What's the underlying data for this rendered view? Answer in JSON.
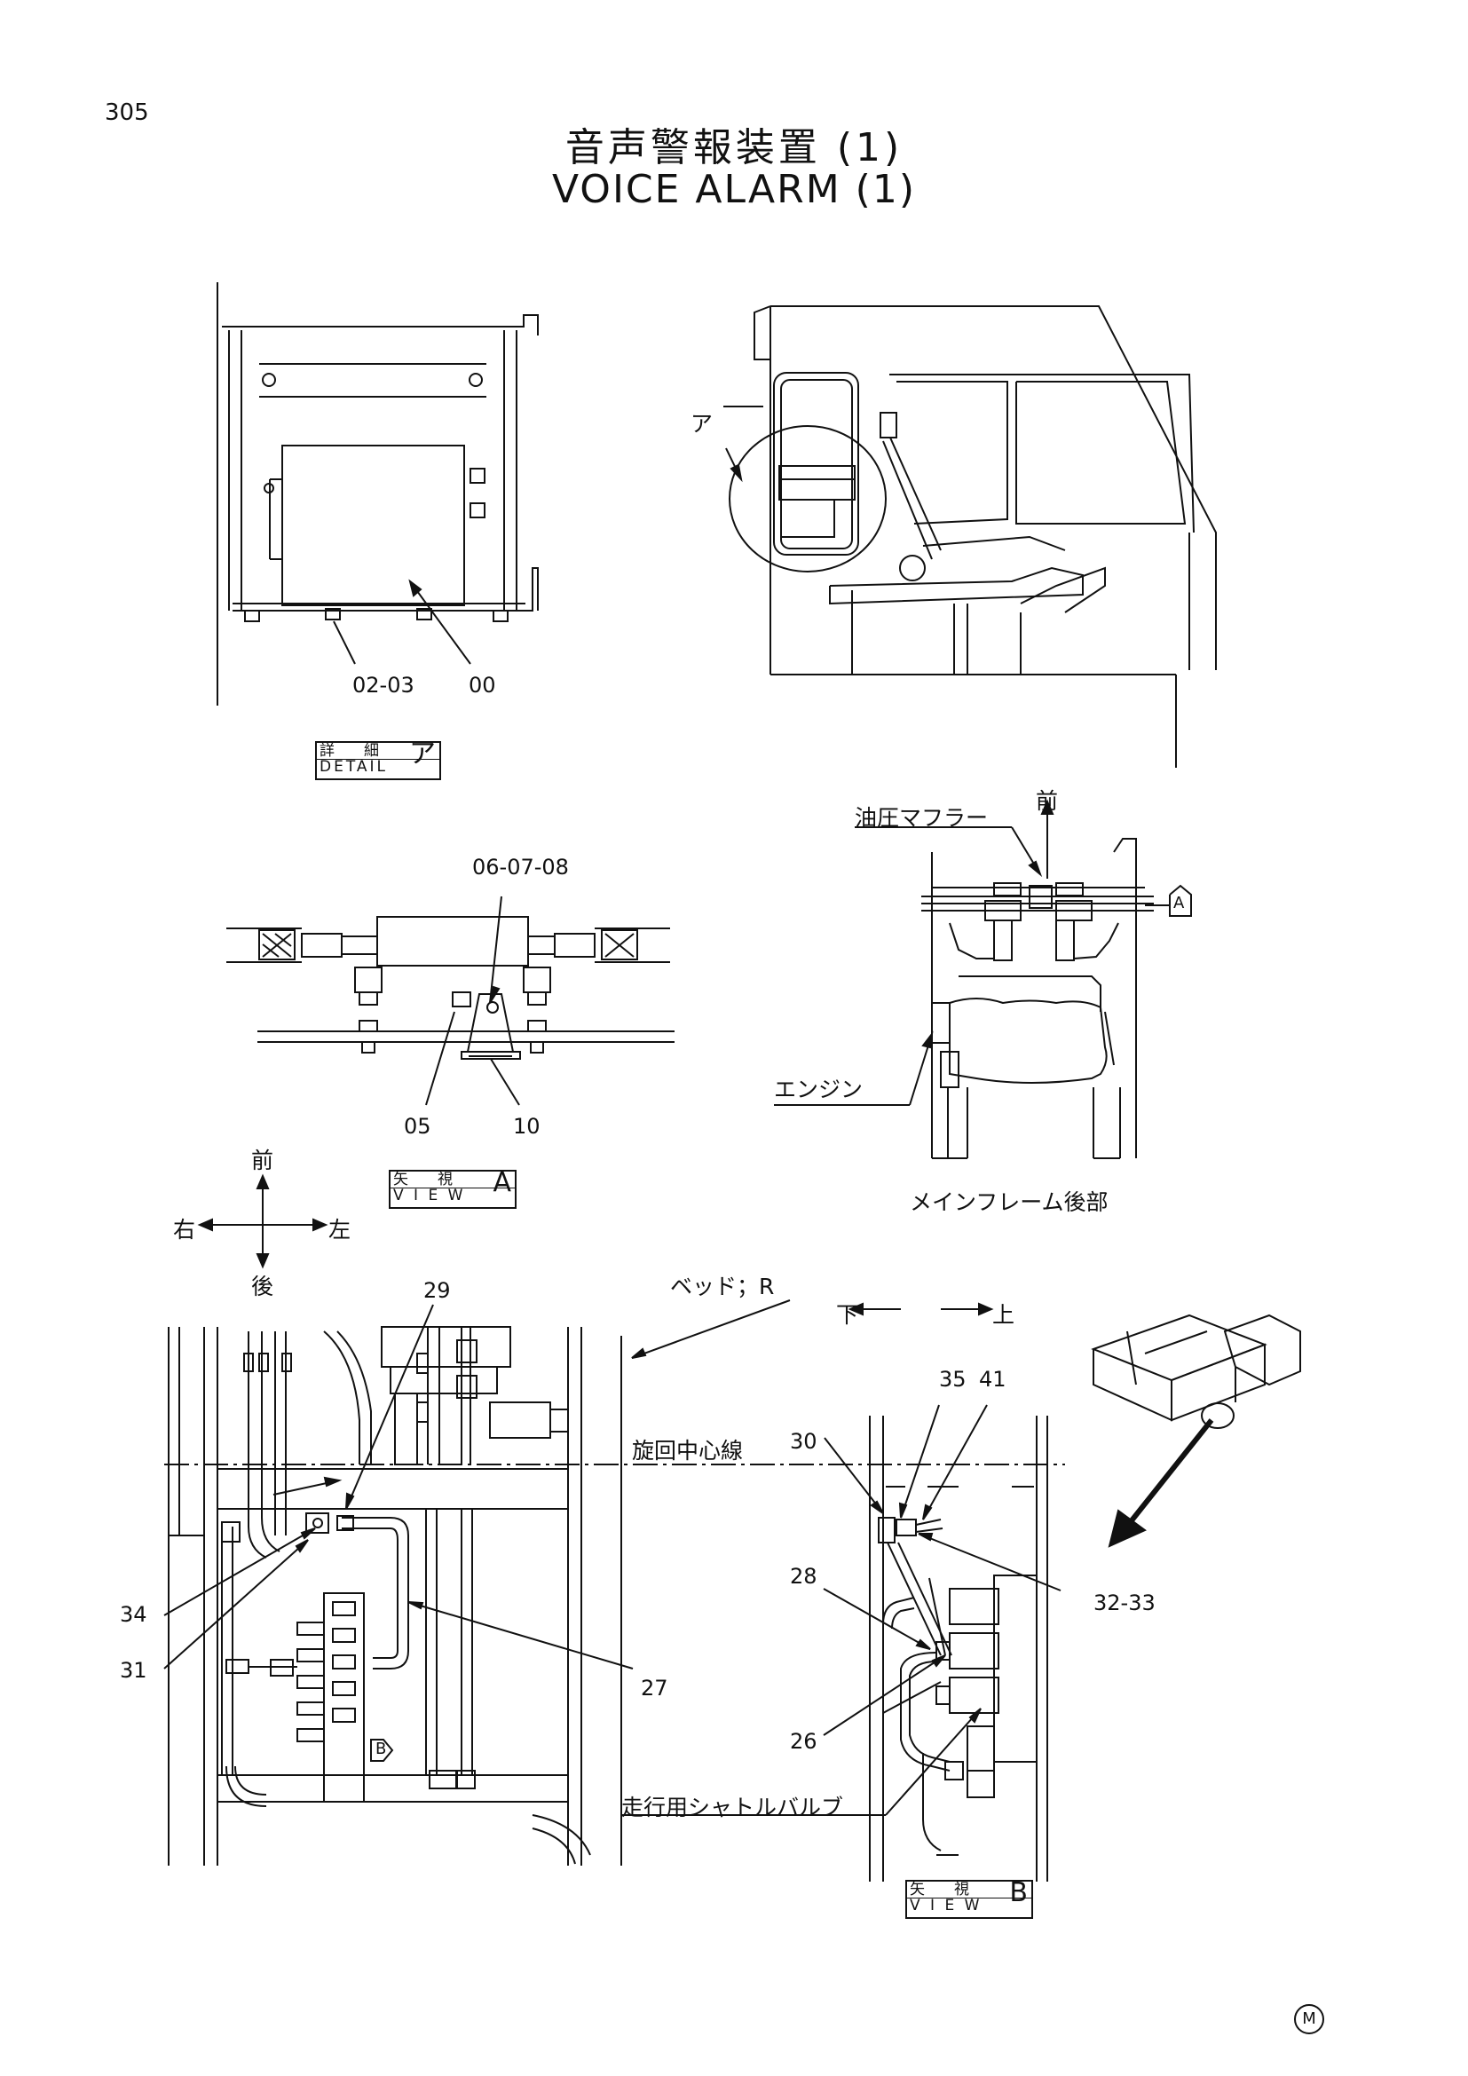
{
  "page_number": "305",
  "title_jp": "音声警報装置 (1)",
  "title_en": "VOICE ALARM (1)",
  "detail_a": {
    "labels": [
      "02-03",
      "00"
    ],
    "box_top": "詳　細",
    "box_bottom": "DETAIL",
    "box_mark": "ア"
  },
  "cab": {
    "callout": "ア"
  },
  "view_a": {
    "labels": [
      "06-07-08",
      "05",
      "10"
    ],
    "box_top": "矢　視",
    "box_bottom": "V I E W",
    "box_mark": "A"
  },
  "main_frame": {
    "muffler": "油圧マフラー",
    "engine": "エンジン",
    "front": "前",
    "arrow_mark": "A",
    "caption": "メインフレーム後部"
  },
  "compass": {
    "front": "前",
    "right": "右",
    "left": "左",
    "rear": "後"
  },
  "view_b_left": {
    "labels": [
      "29",
      "34",
      "31",
      "27"
    ],
    "bed": "ベッド；R",
    "center_line": "旋回中心線",
    "arrow_mark": "B"
  },
  "view_b_right": {
    "down_up_down": "下",
    "down_up_up": "上",
    "labels": [
      "35",
      "41",
      "30",
      "32-33",
      "28",
      "26"
    ],
    "shuttle_valve": "走行用シャトルバルブ",
    "box_top": "矢　視",
    "box_bottom": "V I E W",
    "box_mark": "B"
  },
  "maker_mark": "M"
}
